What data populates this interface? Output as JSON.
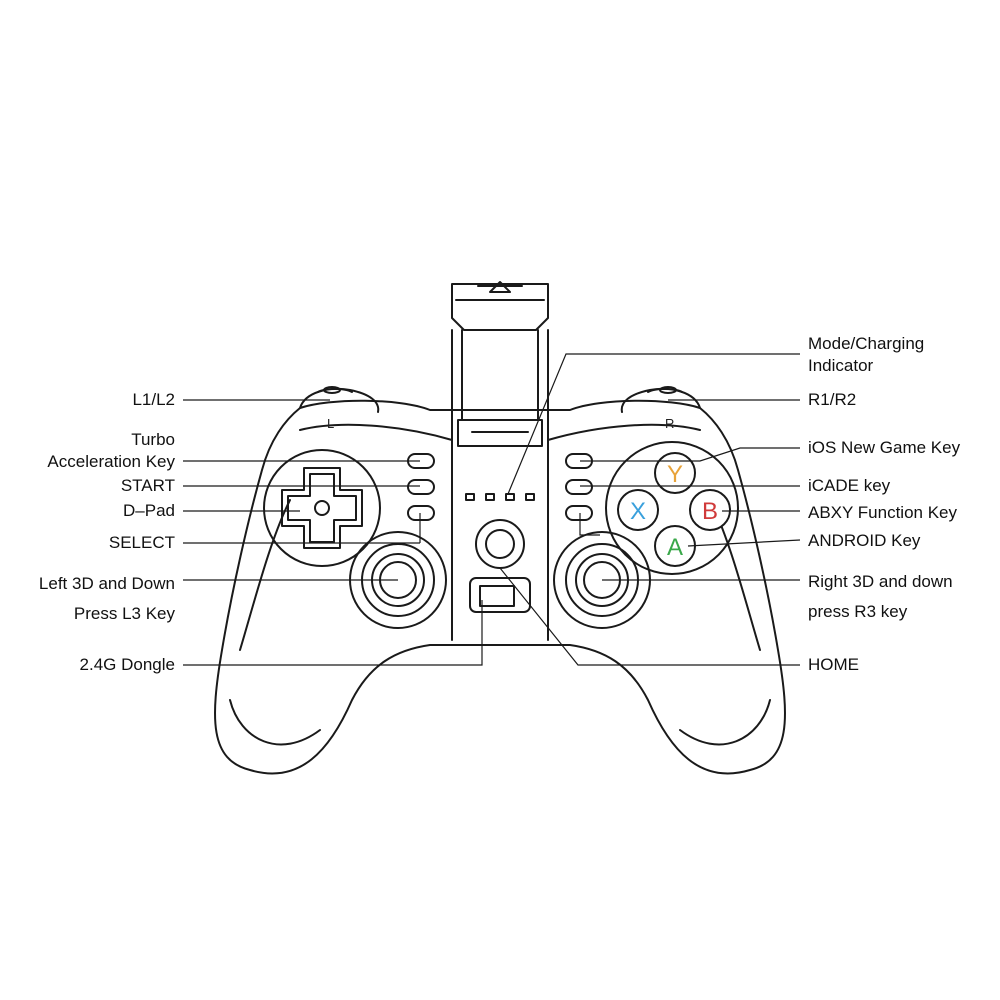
{
  "labels": {
    "l1l2": "L1/L2",
    "turbo_line1": "Turbo",
    "turbo_line2": "Acceleration Key",
    "start": "START",
    "dpad": "D–Pad",
    "select": "SELECT",
    "left_stick_line1": "Left 3D and Down",
    "left_stick_line2": "Press L3 Key",
    "dongle": "2.4G Dongle",
    "mode_line1": "Mode/Charging",
    "mode_line2": "Indicator",
    "r1r2": "R1/R2",
    "ios": "iOS New Game Key",
    "icade": "iCADE key",
    "abxy": "ABXY Function Key",
    "android": "ANDROID Key",
    "right_stick_line1": "Right 3D and down",
    "right_stick_line2": "press R3 key",
    "home": "HOME"
  },
  "buttons": {
    "y": "Y",
    "x": "X",
    "b": "B",
    "a": "A",
    "shoulder_left": "L",
    "shoulder_right": "R"
  },
  "colors": {
    "y": "#e8a33a",
    "x": "#3aa0dc",
    "b": "#d03a3a",
    "a": "#3aa84a",
    "line": "#1a1a1a"
  }
}
